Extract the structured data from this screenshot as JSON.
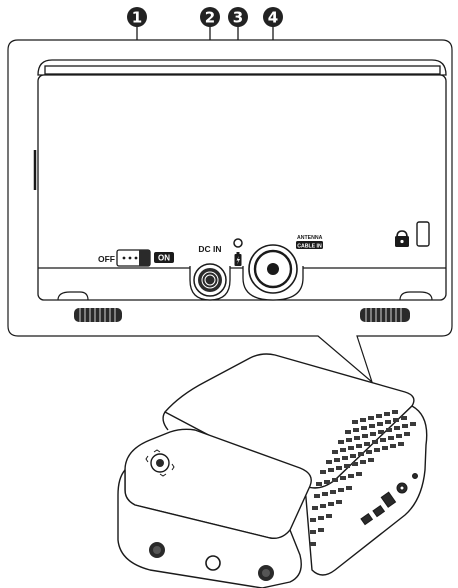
{
  "callouts": [
    {
      "number": "1",
      "target": "power-switch"
    },
    {
      "number": "2",
      "target": "dc-in-port"
    },
    {
      "number": "3",
      "target": "charging-indicator"
    },
    {
      "number": "4",
      "target": "antenna-cable-in"
    }
  ],
  "labels": {
    "off": "OFF",
    "on": "ON",
    "dc_in": "DC IN",
    "antenna_line1": "ANTENNA",
    "antenna_line2": "CABLE IN"
  },
  "icons": [
    "kensington-lock-icon",
    "battery-charge-icon"
  ],
  "colors": {
    "outline": "#1a1a1a",
    "callout_fill": "#222222",
    "panel_fill": "#ffffff"
  }
}
